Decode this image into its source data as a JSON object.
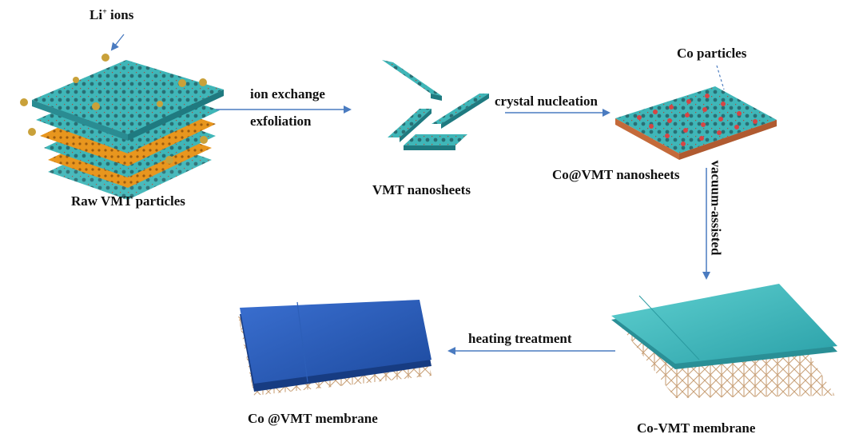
{
  "labels": {
    "li_ions_main": "Li",
    "li_ions_sup": "+",
    "li_ions_rest": " ions",
    "raw_particles": "Raw VMT particles",
    "ion_exchange": "ion exchange",
    "exfoliation": "exfoliation",
    "vmt_nanosheets": "VMT nanosheets",
    "crystal_nucleation": "crystal nucleation",
    "co_particles": "Co particles",
    "co_vmt_nanosheets": "Co@VMT nanosheets",
    "vacuum_assisted": "vacuum-assisted",
    "heating_treatment": "heating treatment",
    "co_vmt_membrane_final": "Co @VMT membrane",
    "co_vmt_membrane": "Co-VMT membrane"
  },
  "colors": {
    "arrow": "#4a7bc0",
    "vmt_teal": "#3fb6b8",
    "vmt_orange": "#e8961e",
    "li_ion_gold": "#c9a13a",
    "co_particle_red": "#d64545",
    "membrane_teal": "#3cb4bc",
    "membrane_blue": "#2455b0",
    "fiber_tan": "#c9a27a"
  }
}
